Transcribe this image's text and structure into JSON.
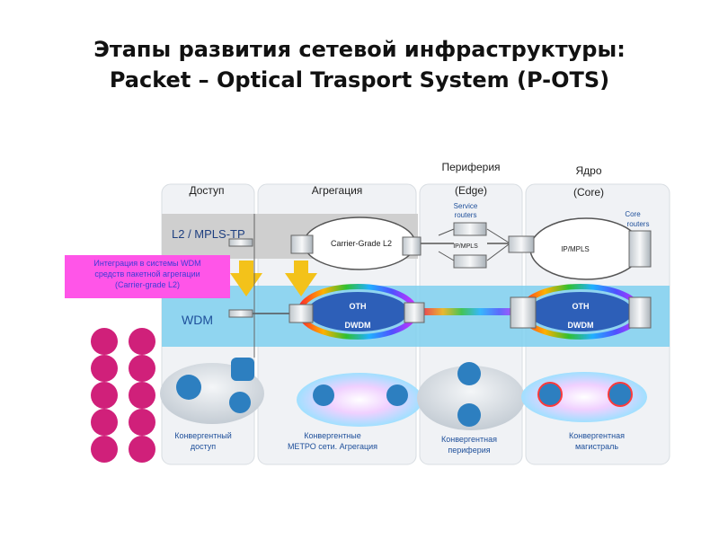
{
  "title": {
    "line1": "Этапы развития сетевой инфраструктуры:",
    "line2": "Packet – Optical Trasport System (P-OTS)"
  },
  "columns": {
    "access": "Доступ",
    "aggregation": "Агрегация",
    "edge_ru": "Периферия",
    "edge_en": "(Edge)",
    "core_ru": "Ядро",
    "core_en": "(Core)"
  },
  "layers": {
    "l2": "L2 / MPLS-TP",
    "wdm": "WDM"
  },
  "clouds": {
    "carrier_grade": "Carrier-Grade L2",
    "ip_mpls_edge": "IP/MPLS",
    "ip_mpls_core": "IP/MPLS",
    "oth_agg": "OTH",
    "dwdm_agg": "DWDM",
    "oth_core": "OTH",
    "dwdm_core": "DWDM"
  },
  "annotations": {
    "service_routers": [
      "Service",
      "routers"
    ],
    "core_routers": [
      "Core",
      "routers"
    ]
  },
  "callout": {
    "lines": [
      "Интеграция в системы WDM",
      "средств пакетной агрегации",
      "(Carrier-grade L2)"
    ]
  },
  "bottom_labels": {
    "access": [
      "Конвергентный",
      "доступ"
    ],
    "metro": [
      "Конвергентные",
      "МЕТРО сети. Агрегация"
    ],
    "edge": [
      "Конвергентная",
      "периферия"
    ],
    "core": [
      "Конвергентная",
      "магистраль"
    ]
  },
  "colors": {
    "callout_bg": "#ff55e8",
    "callout_text": "#3b3bd6",
    "l2_band": "#cfcfcf",
    "wdm_band": "#7fd0ee",
    "arrow": "#f3c21a",
    "label_blue": "#1e4f9a",
    "device_icon": "#d0207a"
  },
  "device_icons": [
    "car-icon",
    "phone-icon",
    "camera-icon",
    "tv-icon",
    "video-camera-icon",
    "car-icon",
    "building-icon",
    "screen-icon",
    "laptop-icon",
    "pager-icon"
  ]
}
